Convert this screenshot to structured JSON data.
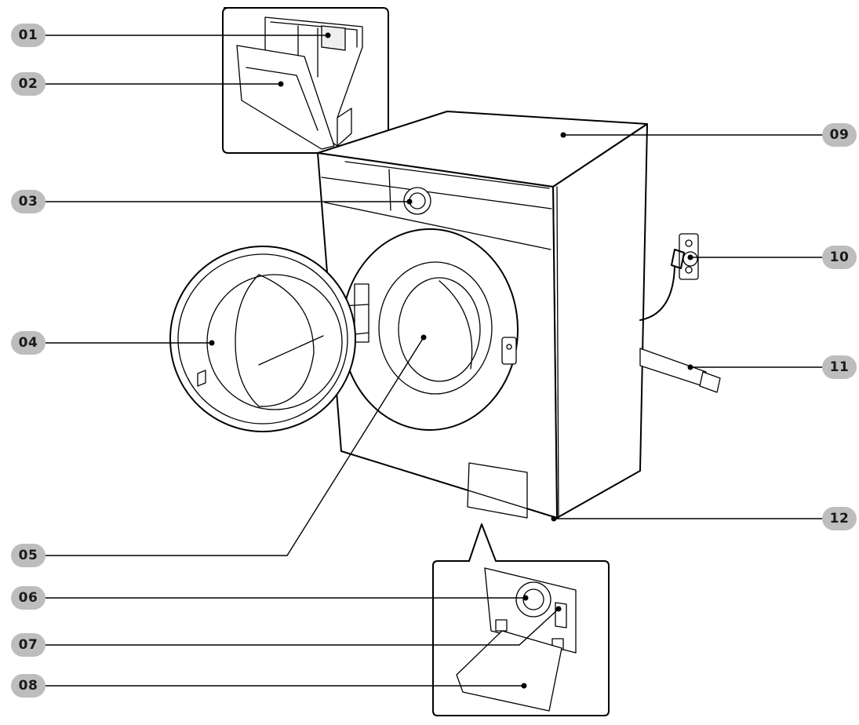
{
  "colors": {
    "badge_bg": "#bdbdbd",
    "badge_text": "#1a1a1a",
    "line": "#000000"
  },
  "callouts": [
    {
      "id": "c01",
      "label": "01"
    },
    {
      "id": "c02",
      "label": "02"
    },
    {
      "id": "c03",
      "label": "03"
    },
    {
      "id": "c04",
      "label": "04"
    },
    {
      "id": "c05",
      "label": "05"
    },
    {
      "id": "c06",
      "label": "06"
    },
    {
      "id": "c07",
      "label": "07"
    },
    {
      "id": "c08",
      "label": "08"
    },
    {
      "id": "c09",
      "label": "09"
    },
    {
      "id": "c10",
      "label": "10"
    },
    {
      "id": "c11",
      "label": "11"
    },
    {
      "id": "c12",
      "label": "12"
    }
  ]
}
